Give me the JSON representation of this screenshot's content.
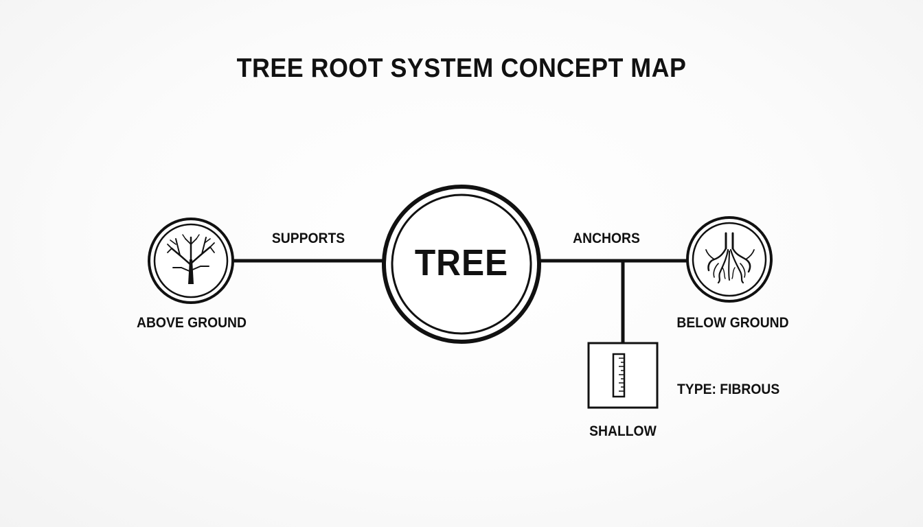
{
  "title": "TREE ROOT SYSTEM CONCEPT MAP",
  "nodes": {
    "center": {
      "label": "TREE"
    },
    "left": {
      "label": "ABOVE GROUND",
      "icon": "tree-icon"
    },
    "right": {
      "label": "BELOW GROUND",
      "icon": "roots-icon"
    },
    "bottom": {
      "label": "SHALLOW",
      "icon": "ruler-icon"
    }
  },
  "edges": {
    "left_link": "SUPPORTS",
    "right_link": "ANCHORS"
  },
  "annotations": {
    "type": "TYPE: FIBROUS"
  },
  "colors": {
    "stroke": "#111111",
    "background": "#fafafa"
  }
}
